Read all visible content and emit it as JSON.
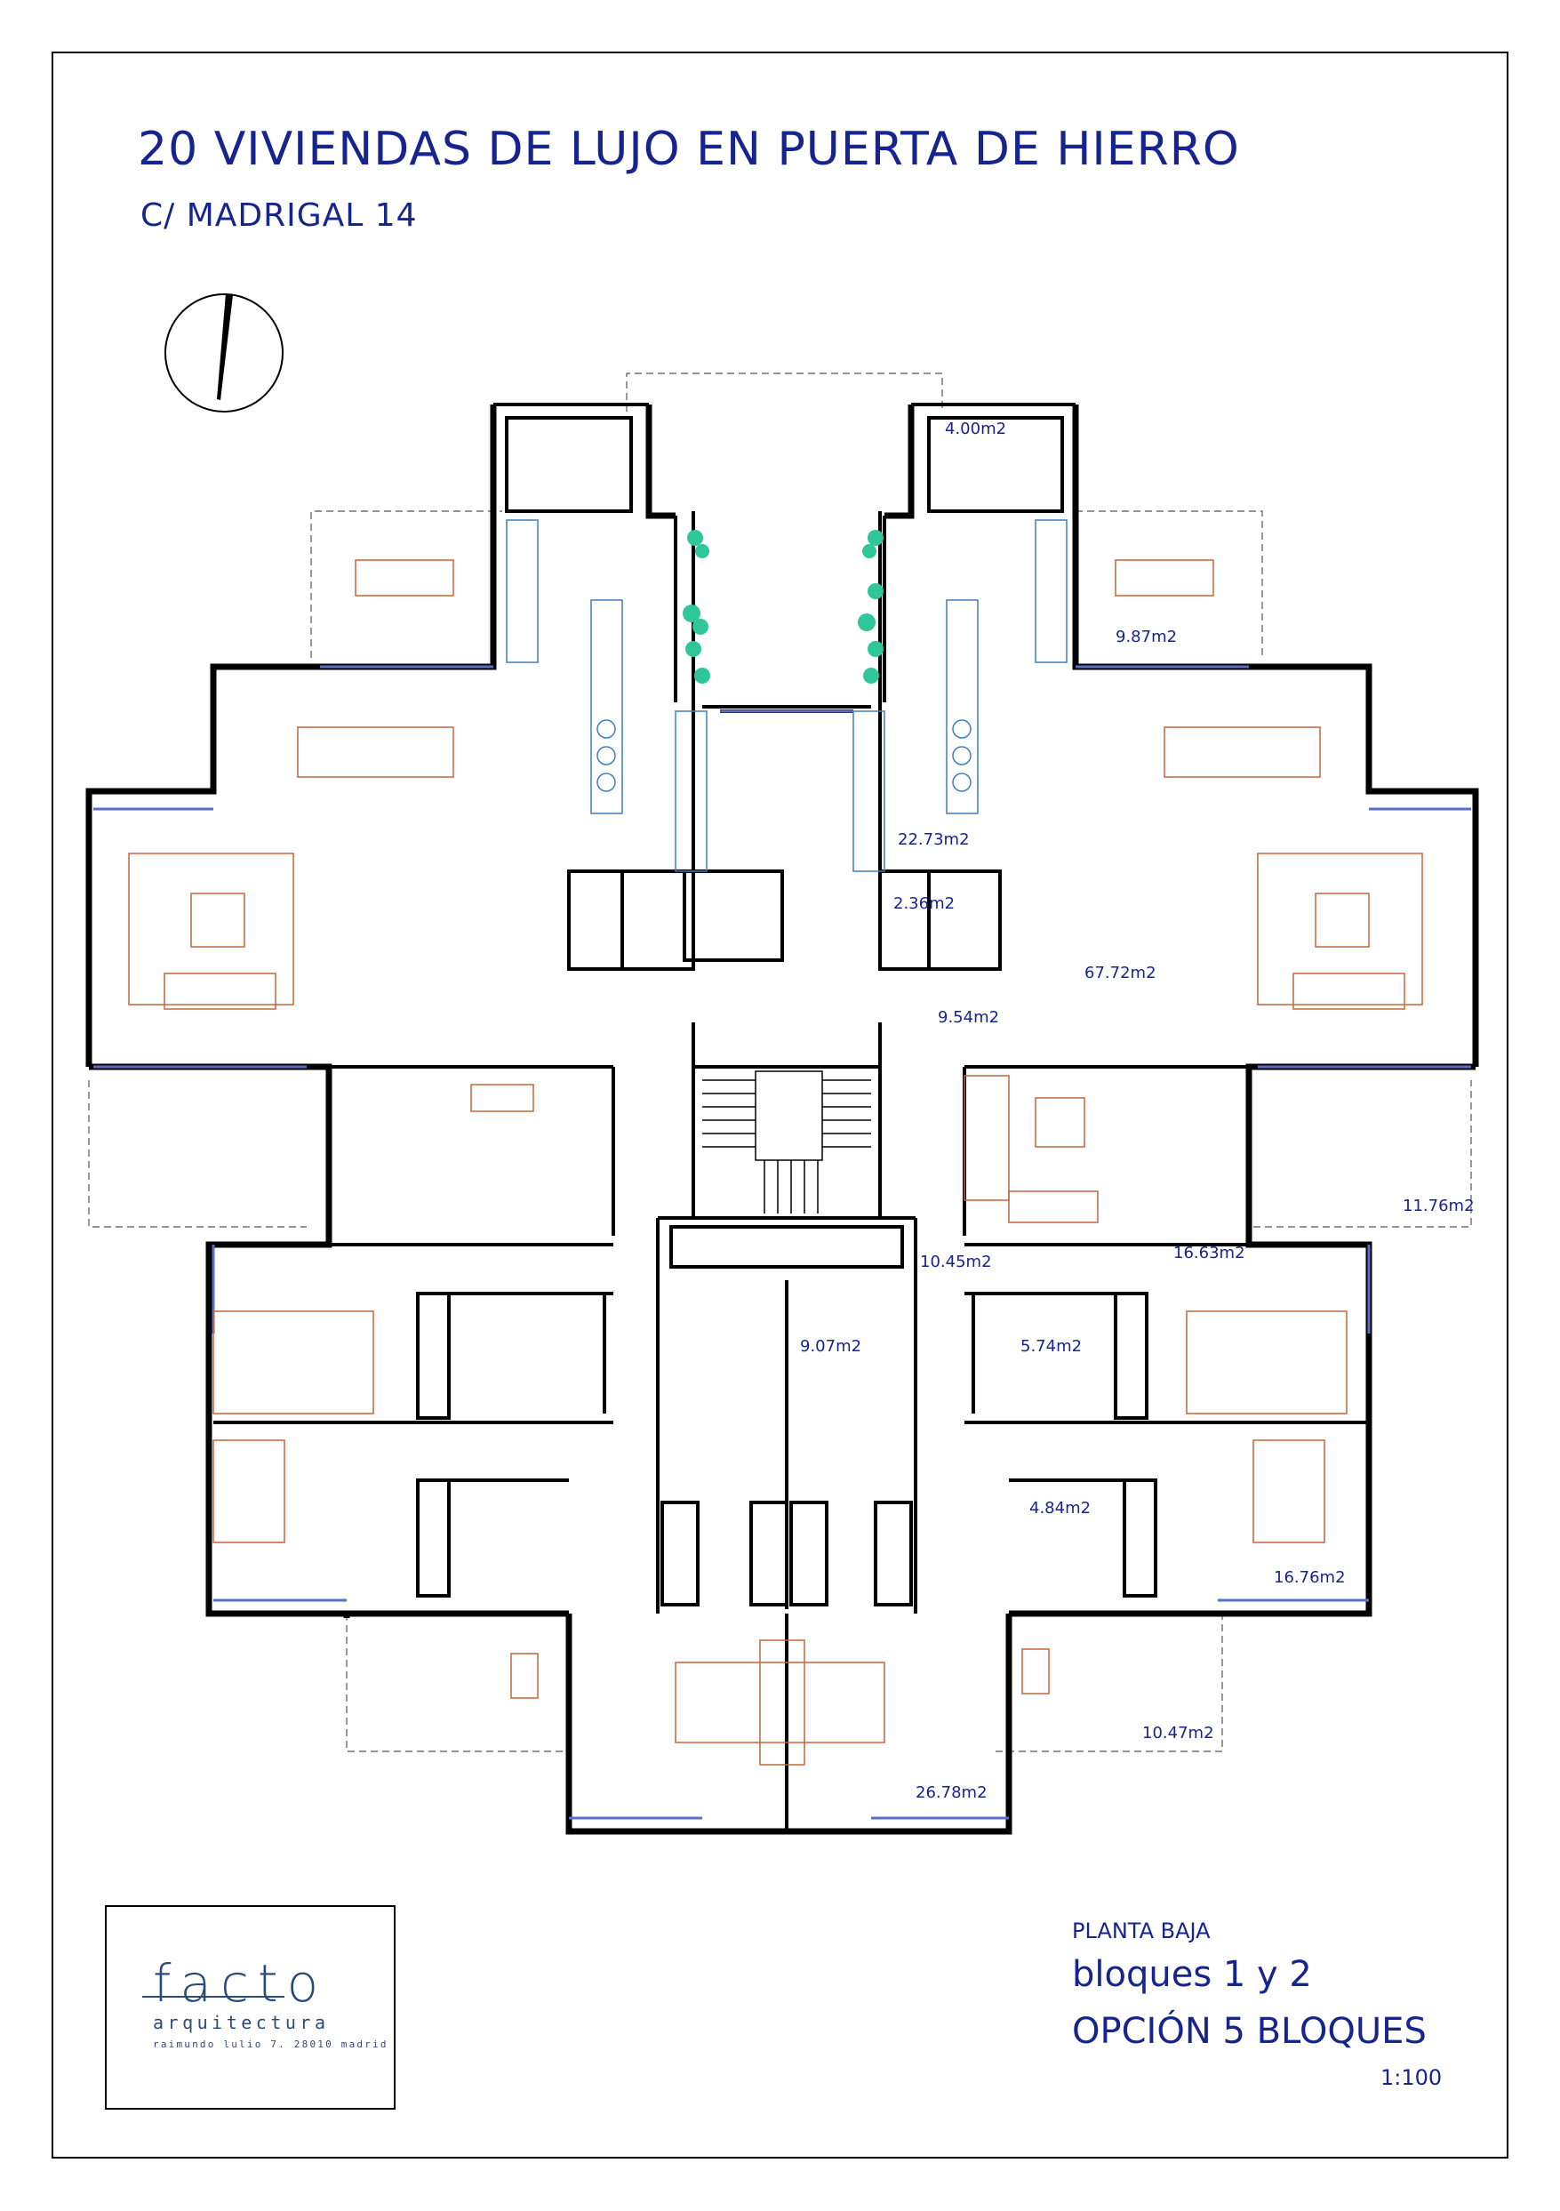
{
  "title": "20 VIVIENDAS DE LUJO EN PUERTA DE HIERRO",
  "address": "C/ MADRIGAL 14",
  "info": {
    "floor": "PLANTA BAJA",
    "blocks": "bloques 1 y 2",
    "option": "OPCIÓN 5 BLOQUES",
    "scale": "1:100"
  },
  "logo": {
    "name": "facto",
    "subtitle": "arquitectura",
    "address": "raimundo lulio 7. 28010 madrid"
  },
  "areas": {
    "a4_00": "4.00m2",
    "a9_87": "9.87m2",
    "a22_73": "22.73m2",
    "a2_36": "2.36m2",
    "a67_72": "67.72m2",
    "a9_54": "9.54m2",
    "a11_76": "11.76m2",
    "a16_63": "16.63m2",
    "a10_45": "10.45m2",
    "a9_07": "9.07m2",
    "a5_74": "5.74m2",
    "a4_84": "4.84m2",
    "a16_76": "16.76m2",
    "a10_47": "10.47m2",
    "a26_78": "26.78m2"
  },
  "colors": {
    "title": "#15248f",
    "walls": "#000000",
    "furniture": "#c8643c",
    "fixtures": "#3f7fbf",
    "plants": "#2fc79a"
  }
}
